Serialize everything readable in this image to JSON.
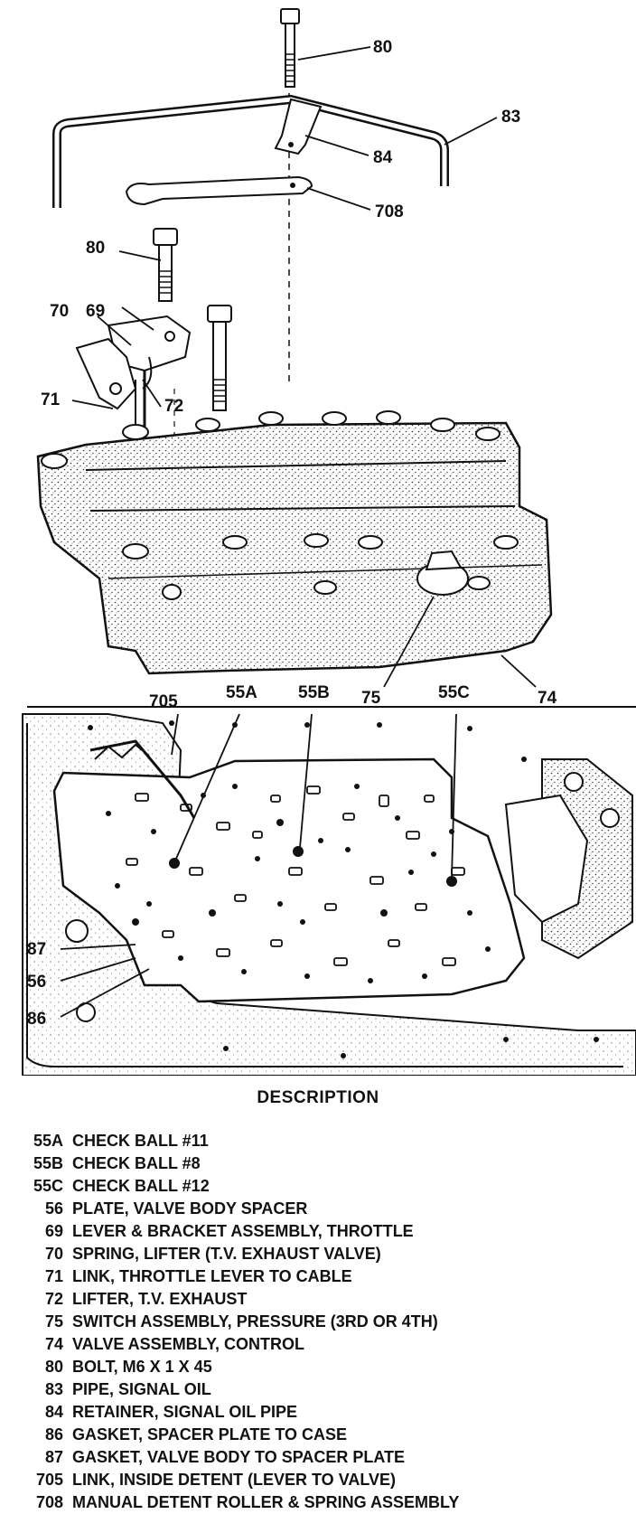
{
  "callouts": {
    "c80_top": "80",
    "c83": "83",
    "c84": "84",
    "c708": "708",
    "c80_mid": "80",
    "c70": "70",
    "c69": "69",
    "c71": "71",
    "c72": "72",
    "c705": "705",
    "c55a": "55A",
    "c55b": "55B",
    "c75": "75",
    "c55c": "55C",
    "c74": "74",
    "c87": "87",
    "c56": "56",
    "c86": "86"
  },
  "legend": {
    "title": "DESCRIPTION",
    "items": [
      {
        "code": "55A",
        "desc": "CHECK BALL #11"
      },
      {
        "code": "55B",
        "desc": "CHECK BALL #8"
      },
      {
        "code": "55C",
        "desc": "CHECK BALL #12"
      },
      {
        "code": "56",
        "desc": "PLATE, VALVE BODY SPACER"
      },
      {
        "code": "69",
        "desc": "LEVER & BRACKET ASSEMBLY, THROTTLE"
      },
      {
        "code": "70",
        "desc": "SPRING, LIFTER (T.V. EXHAUST VALVE)"
      },
      {
        "code": "71",
        "desc": "LINK, THROTTLE LEVER TO CABLE"
      },
      {
        "code": "72",
        "desc": "LIFTER, T.V. EXHAUST"
      },
      {
        "code": "75",
        "desc": "SWITCH ASSEMBLY, PRESSURE (3RD OR 4TH)"
      },
      {
        "code": "74",
        "desc": "VALVE ASSEMBLY, CONTROL"
      },
      {
        "code": "80",
        "desc": "BOLT, M6 X 1 X 45"
      },
      {
        "code": "83",
        "desc": "PIPE, SIGNAL OIL"
      },
      {
        "code": "84",
        "desc": "RETAINER, SIGNAL OIL PIPE"
      },
      {
        "code": "86",
        "desc": "GASKET, SPACER PLATE TO CASE"
      },
      {
        "code": "87",
        "desc": "GASKET, VALVE BODY TO SPACER PLATE"
      },
      {
        "code": "705",
        "desc": "LINK, INSIDE DETENT (LEVER TO VALVE)"
      },
      {
        "code": "708",
        "desc": "MANUAL DETENT ROLLER & SPRING ASSEMBLY"
      }
    ]
  }
}
